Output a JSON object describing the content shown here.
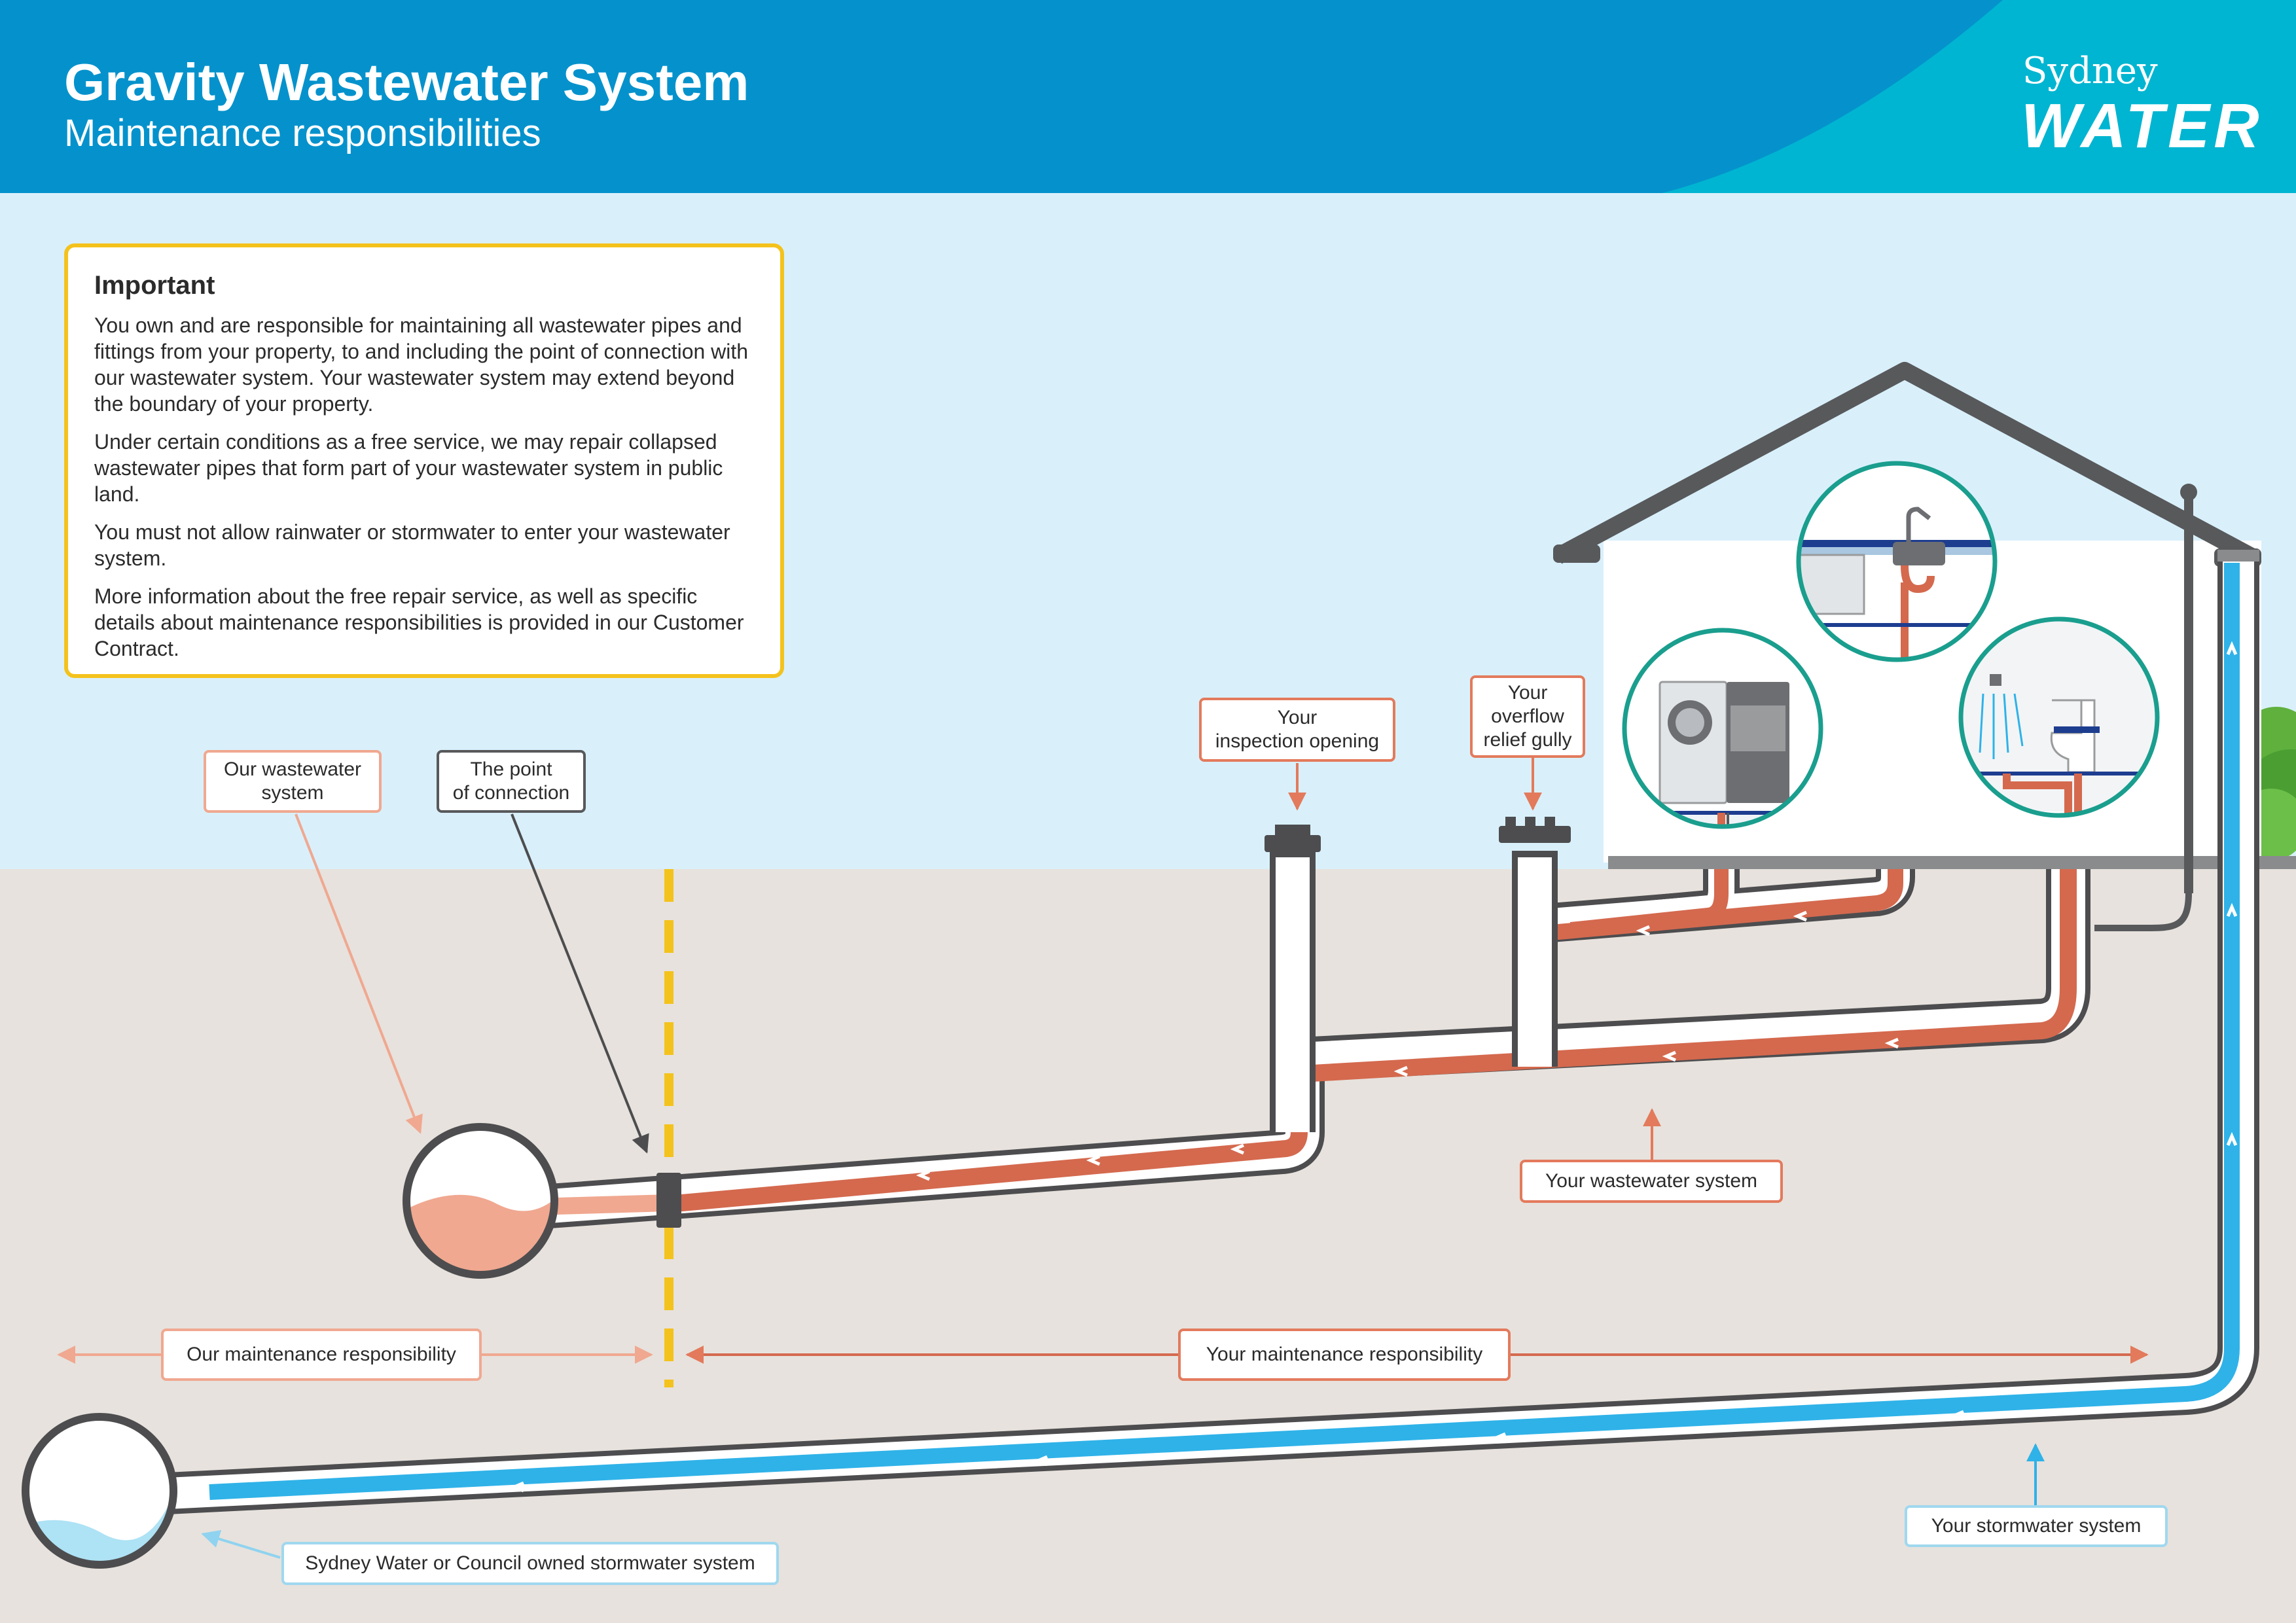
{
  "header": {
    "title": "Gravity Wastewater System",
    "subtitle": "Maintenance responsibilities",
    "logo_top": "Sydney",
    "logo_bottom": "WATER"
  },
  "important": {
    "heading": "Important",
    "paragraphs": [
      "You own and are responsible for maintaining all wastewater pipes and fittings from your property, to and including the point of connection with our wastewater system. Your wastewater system may extend beyond the boundary of your property.",
      "Under certain conditions as a free service, we may repair collapsed wastewater pipes that form part of your wastewater system in public land.",
      "You must not allow rainwater or stormwater to enter your wastewater system.",
      "More information about the free repair service, as well as specific details about maintenance responsibilities is provided in our Customer Contract."
    ]
  },
  "labels": {
    "our_wastewater": "Our wastewater\nsystem",
    "point_of_connection": "The point\nof connection",
    "inspection_opening": "Your\ninspection opening",
    "overflow_gully": "Your\noverflow\nrelief gully",
    "your_wastewater": "Your wastewater system",
    "our_maintenance": "Our maintenance responsibility",
    "your_maintenance": "Your maintenance responsibility",
    "your_stormwater": "Your stormwater system",
    "council_stormwater": "Sydney Water or Council owned stormwater system"
  },
  "colors": {
    "header_blue": "#0592cc",
    "header_teal": "#00b5d1",
    "sky": "#d9f0fb",
    "ground": "#e7e2dd",
    "wastewater": "#d4694e",
    "stormwater": "#2fb2e8",
    "pipe_outline": "#58595b",
    "boundary": "#f4c21c",
    "house_trim": "#1a9e8e"
  }
}
